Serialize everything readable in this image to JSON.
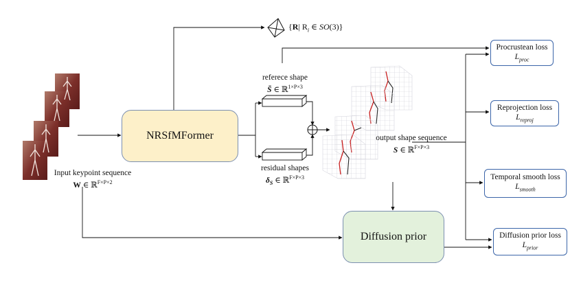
{
  "rotation_set": {
    "bracket_open": "{",
    "bold_R": "R",
    "separator": "| R",
    "sub_i": "i",
    "belongs": "∈",
    "group": "SO",
    "group_arg": "(3)",
    "bracket_close": "}"
  },
  "input": {
    "label": "Input keypoint sequence",
    "symbol": "W",
    "in": "∈",
    "space": "ℝ",
    "dims": "F×P×2"
  },
  "nrsfm": {
    "label": "NRSfMFormer"
  },
  "reference_shape": {
    "label": "referece shape",
    "symbol": "S̄",
    "in": "∈",
    "space": "ℝ",
    "dims": "1×P×3"
  },
  "residual_shapes": {
    "label": "residual shapes",
    "symbol": "δ",
    "symbol_sub": "S",
    "in": "∈",
    "space": "ℝ",
    "dims": "F×P×3"
  },
  "output_shape": {
    "label": "output shape sequence",
    "symbol": "S",
    "in": "∈",
    "space": "ℝ",
    "dims": "F×P×3"
  },
  "diffusion": {
    "label": "Diffusion prior"
  },
  "losses": [
    {
      "name": "Procrustean loss",
      "symbol": "L",
      "sub": "proc"
    },
    {
      "name": "Reprojection loss",
      "symbol": "L",
      "sub": "reproj"
    },
    {
      "name": "Temporal smooth loss",
      "symbol": "L",
      "sub": "smooth"
    },
    {
      "name": "Diffusion prior loss",
      "symbol": "L",
      "sub": "prior"
    }
  ],
  "colors": {
    "nrsfm_fill": "#fdf0c9",
    "diffusion_fill": "#e3f1dc",
    "loss_border": "#3a64a8",
    "skeleton_red": "#c81e1e",
    "skeleton_black": "#222222"
  }
}
